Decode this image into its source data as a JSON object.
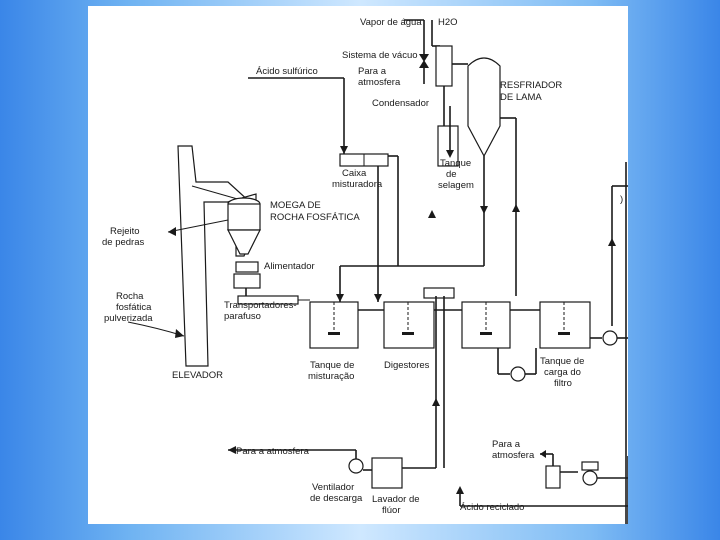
{
  "labels": {
    "vapor_agua": "Vapor de água",
    "h2o": "H2O",
    "sistema_vacuo": "Sistema de vácuo",
    "acido_sulfurico": "Ácido sulfúrico",
    "para_a": "Para a",
    "atmosfera": "atmosfera",
    "condensador": "Condensador",
    "resfriador": "RESFRIADOR",
    "de_lama": "DE LAMA",
    "caixa": "Caixa",
    "misturadora": "misturadora",
    "tanque": "Tanque",
    "de": "de",
    "selagem": "selagem",
    "moega": "MOEGA DE",
    "rocha_fosfatica": "ROCHA FOSFÁTICA",
    "rejeito": "Rejeito",
    "de_pedras": "de pedras",
    "alimentador": "Alimentador",
    "rocha": "Rocha",
    "fosfatica": "fosfática",
    "pulverizada": "pulverizada",
    "transportadores": "Transportadores-",
    "parafuso": "parafuso",
    "elevador": "ELEVADOR",
    "tanque_de": "Tanque de",
    "mistura": "misturação",
    "digestores": "Digestores",
    "tanque_carga": "Tanque de",
    "carga_do": "carga do",
    "filtro": "filtro",
    "para_a_atmosfera": "Para a atmosfera",
    "para_a2": "Para a",
    "atmosfera2": "atmosfera",
    "ventilador": "Ventilador",
    "de_descarga": "de descarga",
    "lavador": "Lavador de",
    "fluor": "flúor",
    "acido_reciclado": "Ácido reciclado"
  }
}
